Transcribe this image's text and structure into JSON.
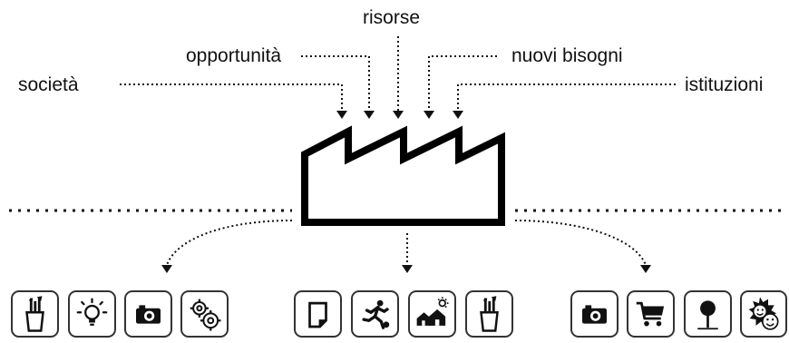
{
  "labels": {
    "societa": "società",
    "opportunita": "opportunità",
    "risorse": "risorse",
    "nuovi_bisogni": "nuovi bisogni",
    "istituzioni": "istituzioni"
  },
  "icon_groups": [
    {
      "icons": [
        "brushes-cup-icon",
        "lightbulb-icon",
        "camera-icon",
        "gears-icon"
      ]
    },
    {
      "icons": [
        "document-icon",
        "running-person-icon",
        "houses-sun-icon",
        "brushes-cup-icon"
      ]
    },
    {
      "icons": [
        "camera-icon",
        "shopping-cart-icon",
        "map-pin-icon",
        "smiley-faces-icon"
      ]
    }
  ]
}
